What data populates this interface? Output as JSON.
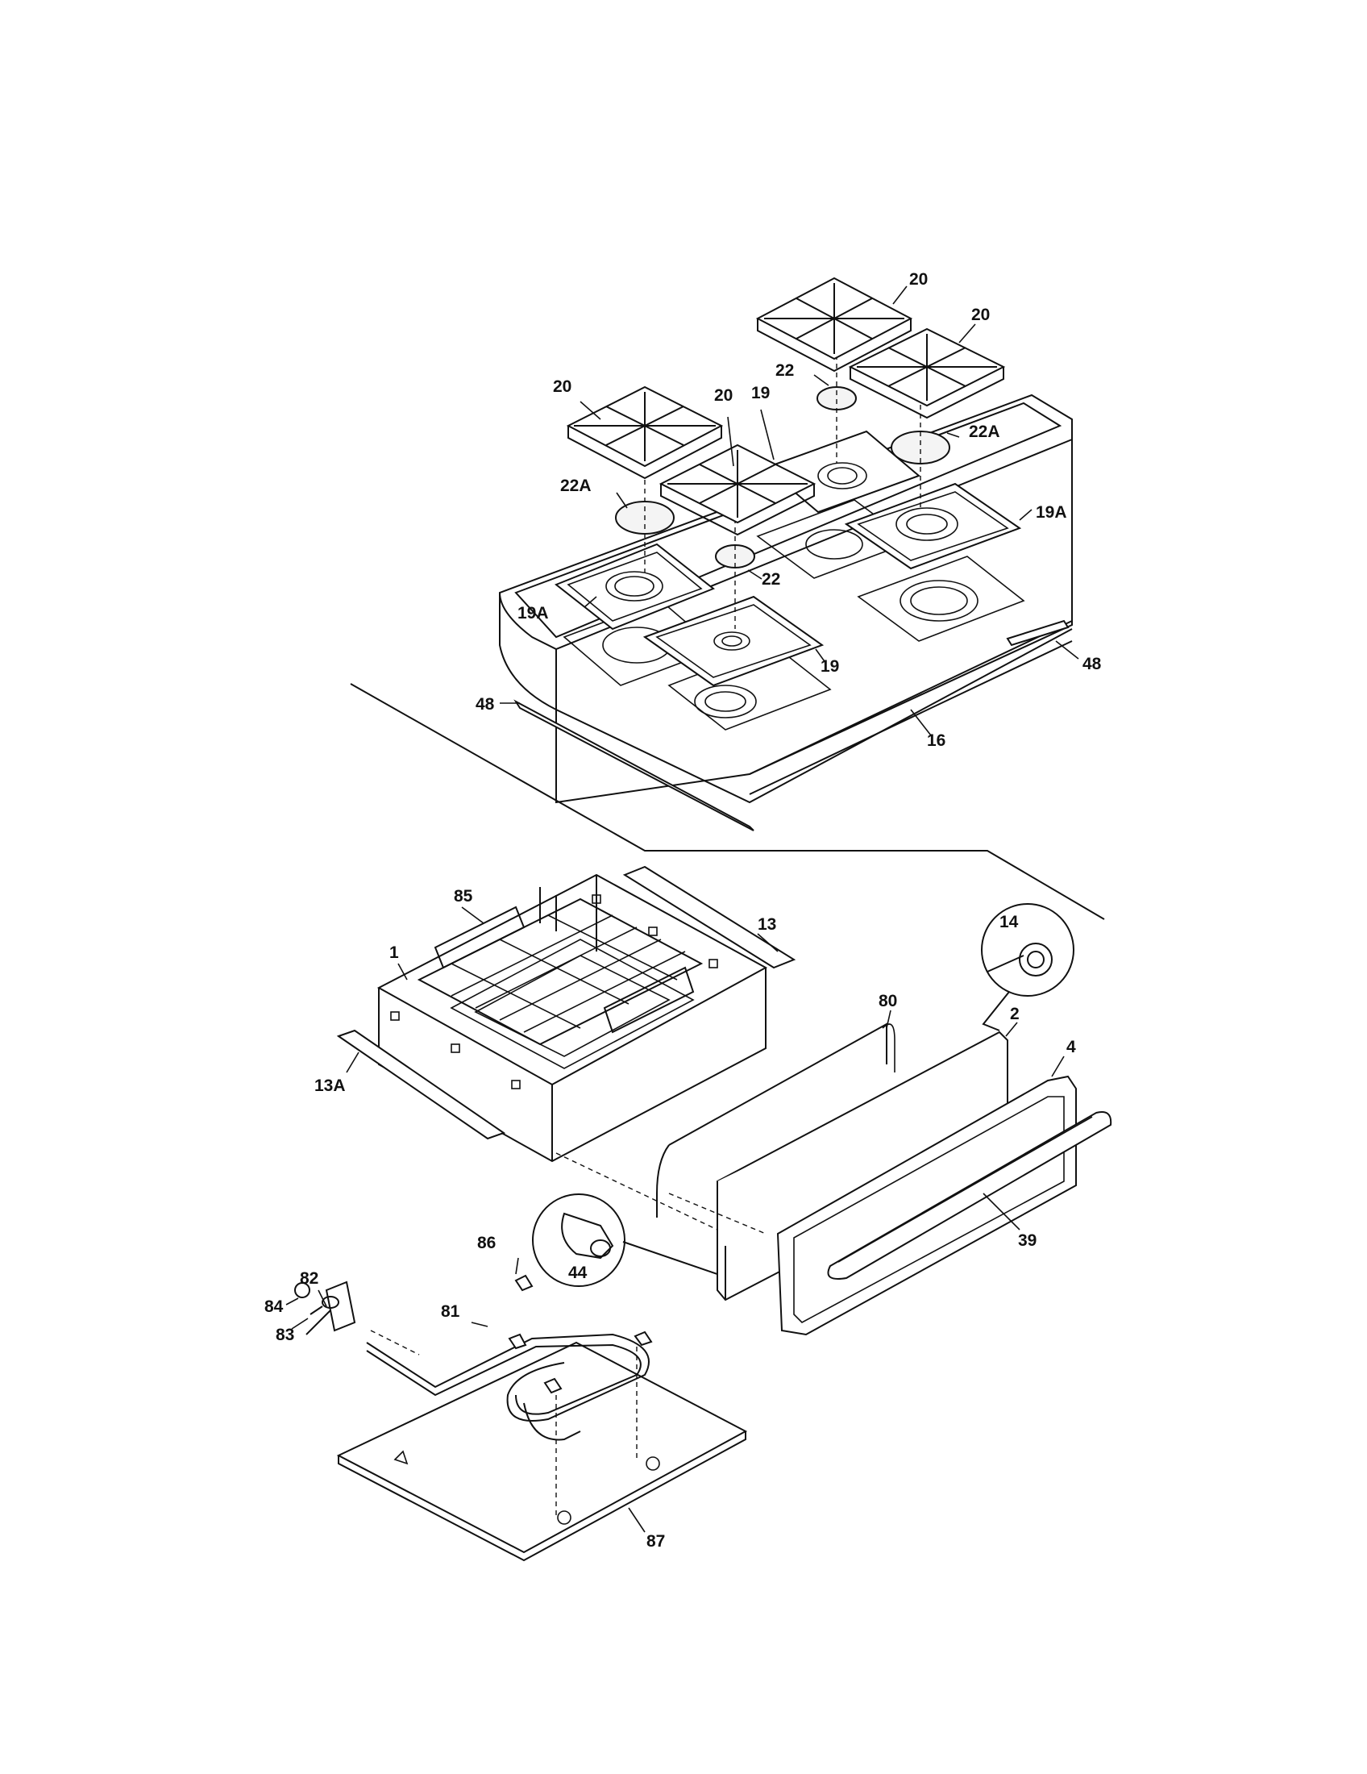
{
  "diagram": {
    "part_labels": {
      "p20a": "20",
      "p20b": "20",
      "p20c": "20",
      "p20d": "20",
      "p22a": "22",
      "p22b": "22",
      "p22Aa": "22A",
      "p22Ab": "22A",
      "p19a": "19",
      "p19b": "19",
      "p19Aa": "19A",
      "p19Ab": "19A",
      "p48a": "48",
      "p48b": "48",
      "p16": "16",
      "p85": "85",
      "p13": "13",
      "p13A": "13A",
      "p1": "1",
      "p14": "14",
      "p80": "80",
      "p2": "2",
      "p4": "4",
      "p39": "39",
      "p44": "44",
      "p86": "86",
      "p82": "82",
      "p84": "84",
      "p83": "83",
      "p81": "81",
      "p87": "87"
    }
  }
}
